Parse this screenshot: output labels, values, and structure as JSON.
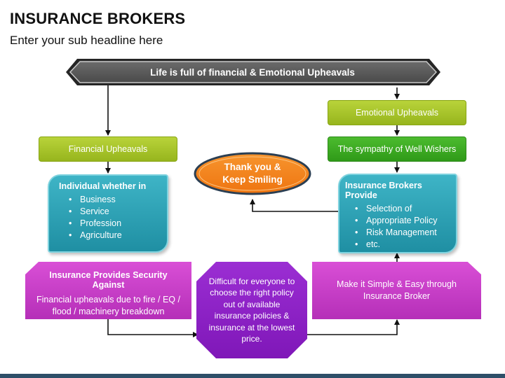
{
  "title": "INSURANCE BROKERS",
  "subtitle": "Enter your sub headline here",
  "banner": "Life is full of financial & Emotional Upheavals",
  "financial": "Financial Upheavals",
  "emotional": "Emotional Upheavals",
  "sympathy": "The sympathy of Well Wishers",
  "thank_you": {
    "line1": "Thank you &",
    "line2": "Keep Smiling"
  },
  "individual": {
    "head": "Individual whether in",
    "items": [
      "Business",
      "Service",
      "Profession",
      "Agriculture"
    ]
  },
  "brokers": {
    "head": "Insurance Brokers Provide",
    "items": [
      "Selection of",
      "Appropriate Policy",
      "Risk Management",
      "etc."
    ]
  },
  "security": {
    "head": "Insurance Provides Security Against",
    "body": "Financial upheavals due to fire / EQ / flood / machinery breakdown"
  },
  "difficult": "Difficult for everyone to choose the right policy out of available insurance policies & insurance at the lowest price.",
  "simple": "Make it Simple & Easy through Insurance Broker",
  "colors": {
    "green": "#a6c22a",
    "dark_green": "#3aa823",
    "teal": "#2ea3b7",
    "magenta": "#c83fc9",
    "purple": "#8d1fc6",
    "orange": "#f5841f",
    "banner": "#595959"
  }
}
